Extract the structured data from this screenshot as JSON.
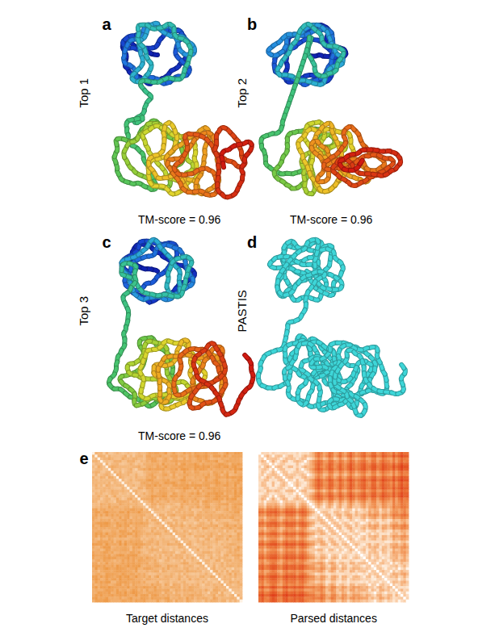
{
  "diagram": {
    "labels": [
      "a",
      "Top 1",
      "TM-score = 0.96",
      "b",
      "Top 2",
      "TM-score = 0.96",
      "c",
      "Top 3",
      "TM-score = 0.96",
      "d",
      "PASTIS",
      "e",
      "Target distances",
      "Parsed distances"
    ]
  }
}
